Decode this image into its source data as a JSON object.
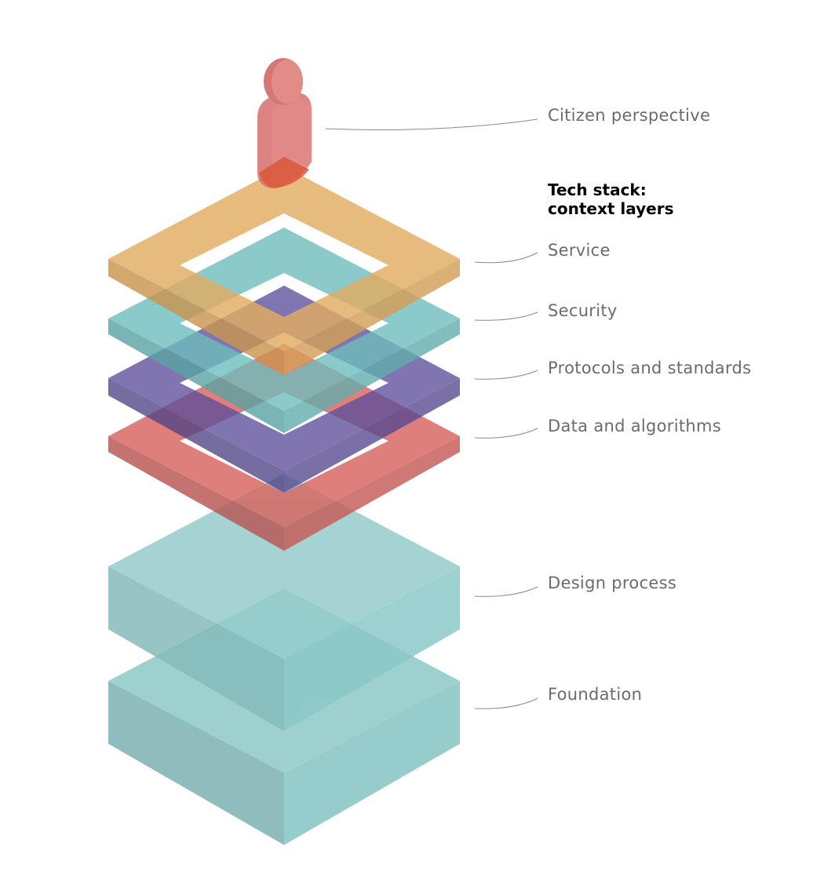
{
  "heading": {
    "line1": "Tech stack:",
    "line2": "context layers"
  },
  "labels": {
    "citizen": "Citizen perspective",
    "service": "Service",
    "security": "Security",
    "protocols": "Protocols and standards",
    "data": "Data and algorithms",
    "design": "Design process",
    "foundation": "Foundation"
  },
  "colors": {
    "service": "#e3b068",
    "security": "#72bcbc",
    "protocols": "#5e4f99",
    "data": "#d9544f",
    "design": "#7fc0c0",
    "foundation": "#7fc0c0",
    "citizen": "#d96b6b"
  }
}
